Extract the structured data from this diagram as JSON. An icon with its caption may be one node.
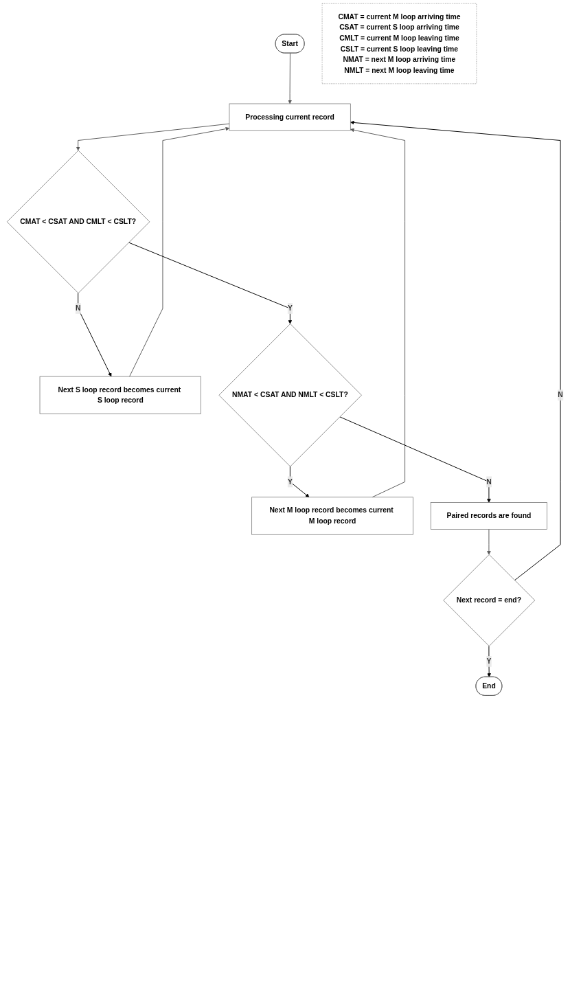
{
  "diagram": {
    "nodes": [
      {
        "text": [
          "Start"
        ]
      },
      {
        "text": [
          "Processing current record"
        ]
      },
      {
        "text": [
          "CMAT < CSAT AND CMLT < CSLT?"
        ]
      },
      {
        "text": [
          "Next S loop record becomes current S loop record"
        ]
      },
      {
        "text": [
          "NMAT < CSAT AND NMLT < CSLT?"
        ]
      },
      {
        "text": [
          "Next M loop record becomes current M loop record"
        ]
      },
      {
        "text": [
          "Paired records are found"
        ]
      },
      {
        "text": [
          "Next record = end?"
        ]
      },
      {
        "text": [
          "End"
        ]
      },
      {
        "text": [
          "CMAT = current M loop arriving time",
          "CSAT = current S loop arriving time",
          "CMLT = current M loop leaving time",
          "CSLT = current S loop leaving time",
          "NMAT = next M loop arriving time",
          "NMLT = next M loop leaving time"
        ]
      }
    ],
    "edges": [
      {
        "from": 0,
        "to": 1,
        "arrow": "to",
        "color": "#595959"
      },
      {
        "from": 1,
        "to": 2,
        "arrow": "to",
        "color": "#595959"
      },
      {
        "from": 2,
        "to": 3,
        "arrow": "to",
        "label": "N"
      },
      {
        "from": 3,
        "to": 1,
        "arrow": "to",
        "color": "#595959"
      },
      {
        "from": 2,
        "to": 4,
        "arrow": "to",
        "label": "Y"
      },
      {
        "from": 4,
        "to": 5,
        "arrow": "to",
        "label": "Y"
      },
      {
        "from": 5,
        "to": 1,
        "arrow": "to",
        "color": "#595959"
      },
      {
        "from": 4,
        "to": 6,
        "arrow": "to",
        "label": "N"
      },
      {
        "from": 6,
        "to": 7,
        "arrow": "to",
        "color": "#595959"
      },
      {
        "from": 7,
        "to": 1,
        "arrow": "to",
        "label": "N"
      },
      {
        "from": 7,
        "to": 8,
        "arrow": "to",
        "label": "Y"
      }
    ]
  }
}
